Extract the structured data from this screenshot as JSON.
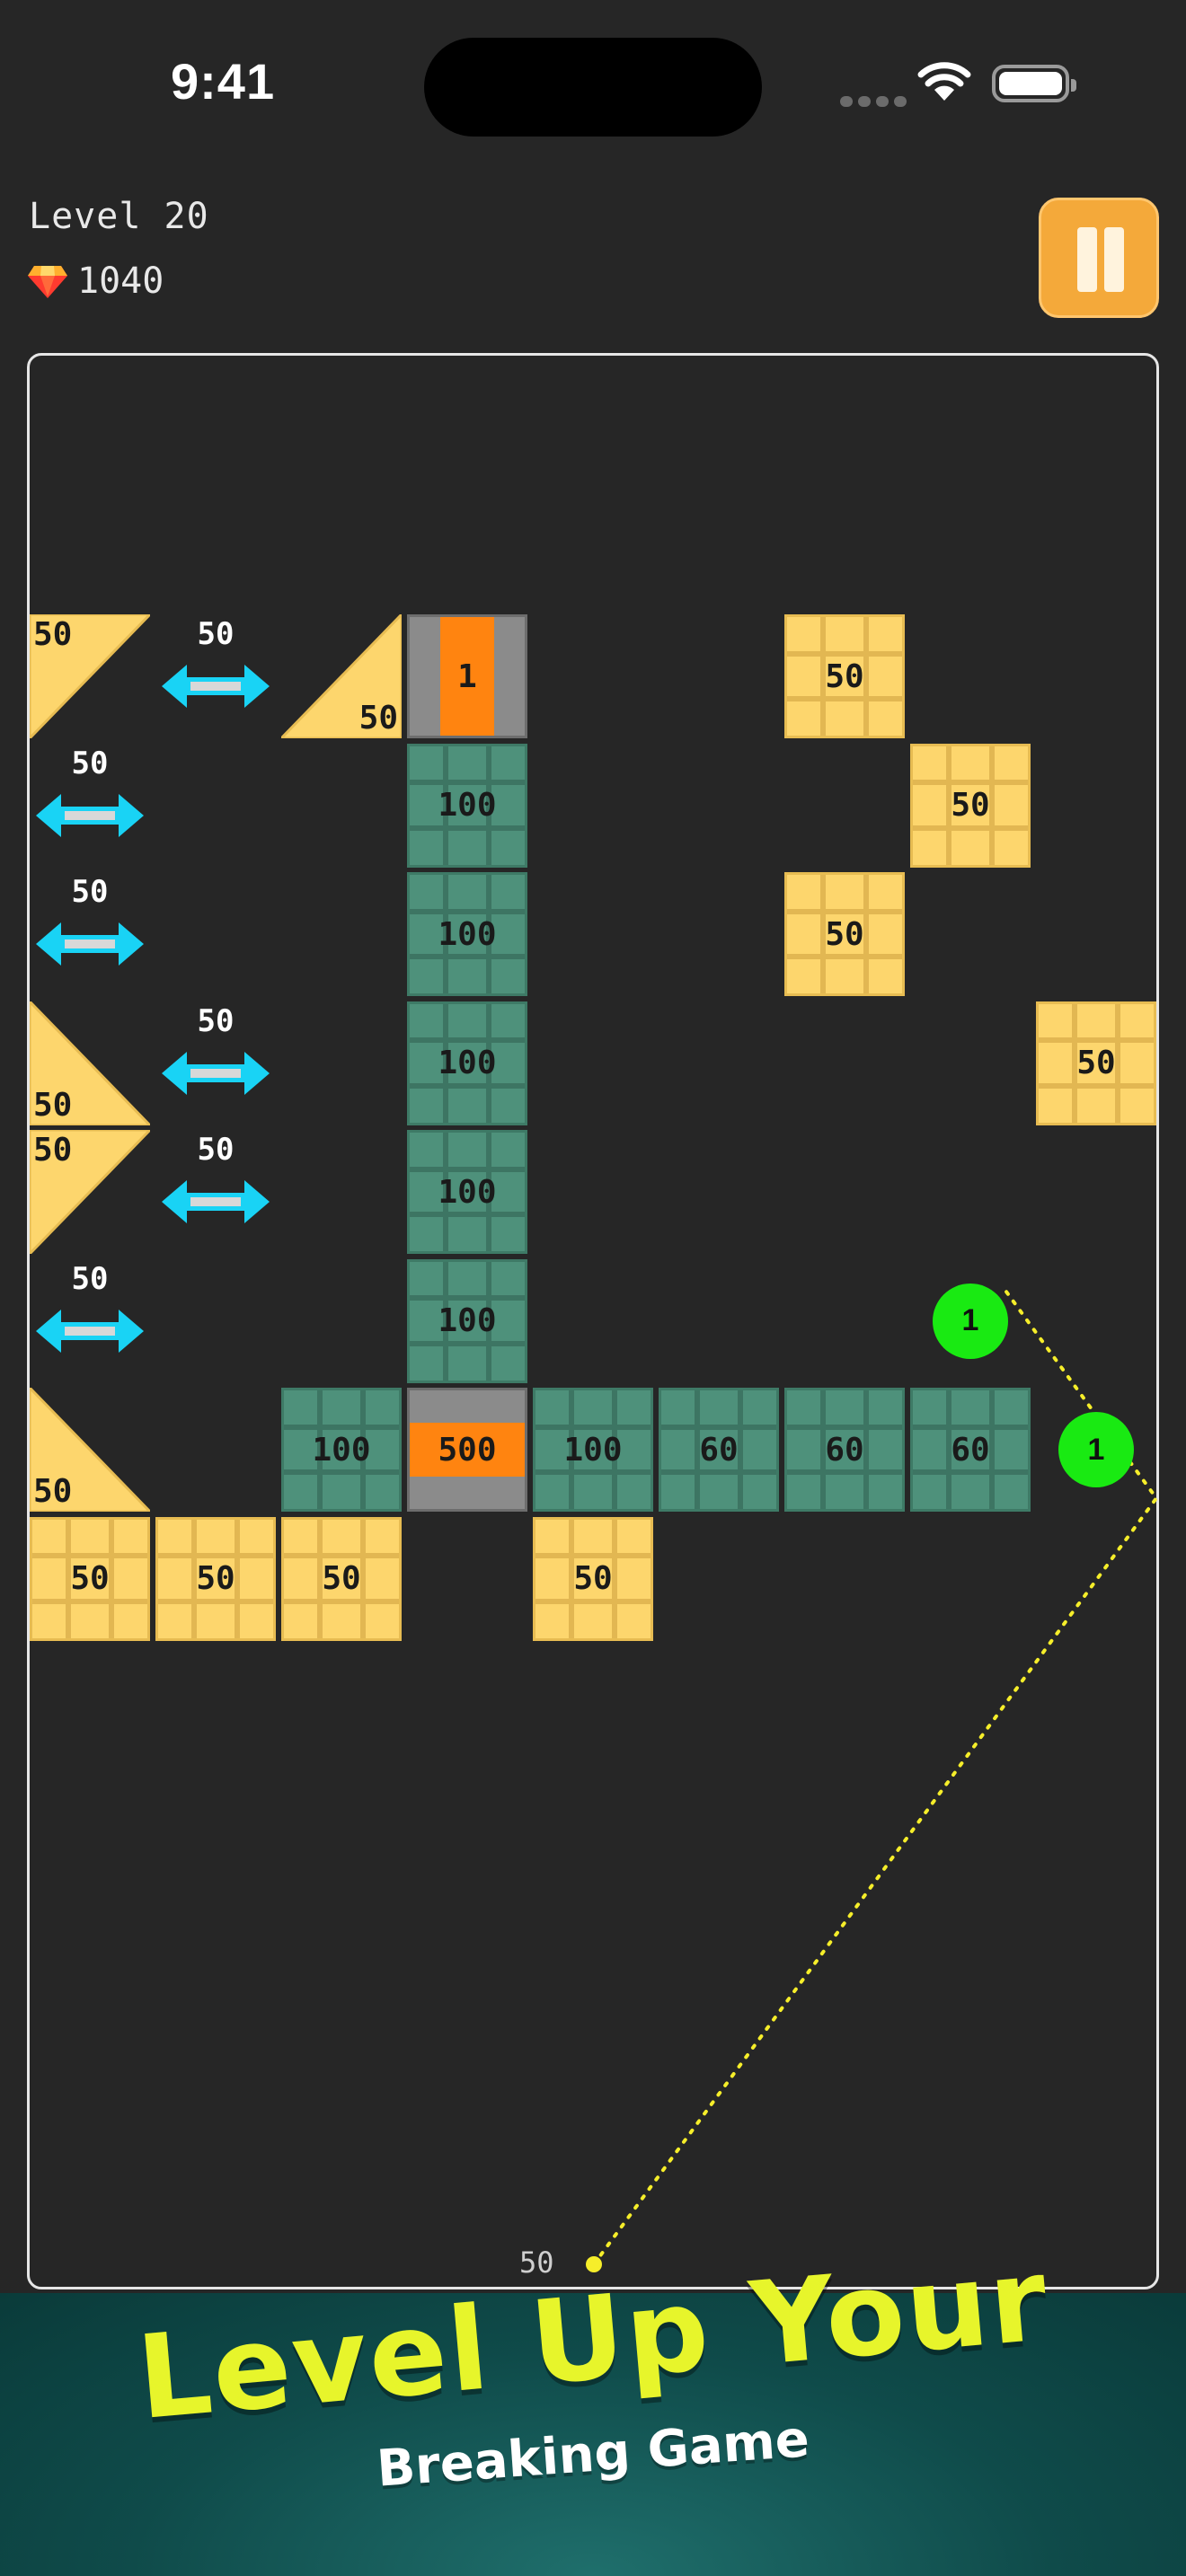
{
  "status_bar": {
    "time": "9:41"
  },
  "header": {
    "level_label": "Level 20",
    "gems": "1040",
    "pause_icon": "pause-icon",
    "gem_icon": "diamond-icon"
  },
  "colors": {
    "accent": "#f4a93a",
    "ball": "#19ea12",
    "aim": "#f6ee2a",
    "yellow_brick": "#fdd66d",
    "green_brick": "#4e917b",
    "steel_brick": "#8b8b8b",
    "power_up": "#19d3f5"
  },
  "board": {
    "bricks": [
      {
        "type": "tri",
        "orient": "tl",
        "col": 0,
        "row": 0,
        "value": "50"
      },
      {
        "type": "widen",
        "col": 1,
        "row": 0,
        "value": "50"
      },
      {
        "type": "tri",
        "orient": "br",
        "col": 2,
        "row": 0,
        "value": "50"
      },
      {
        "type": "steel",
        "col": 3,
        "row": 0,
        "value": "1"
      },
      {
        "type": "yellow",
        "col": 6,
        "row": 0,
        "value": "50"
      },
      {
        "type": "widen",
        "col": 0,
        "row": 1,
        "value": "50"
      },
      {
        "type": "green",
        "col": 3,
        "row": 1,
        "value": "100"
      },
      {
        "type": "yellow",
        "col": 7,
        "row": 1,
        "value": "50"
      },
      {
        "type": "widen",
        "col": 0,
        "row": 2,
        "value": "50"
      },
      {
        "type": "green",
        "col": 3,
        "row": 2,
        "value": "100"
      },
      {
        "type": "yellow",
        "col": 6,
        "row": 2,
        "value": "50"
      },
      {
        "type": "tri",
        "orient": "bl",
        "col": 0,
        "row": 3,
        "value": "50"
      },
      {
        "type": "widen",
        "col": 1,
        "row": 3,
        "value": "50"
      },
      {
        "type": "green",
        "col": 3,
        "row": 3,
        "value": "100"
      },
      {
        "type": "yellow",
        "col": 8,
        "row": 3,
        "value": "50"
      },
      {
        "type": "tri",
        "orient": "tl",
        "col": 0,
        "row": 4,
        "value": "50"
      },
      {
        "type": "widen",
        "col": 1,
        "row": 4,
        "value": "50"
      },
      {
        "type": "green",
        "col": 3,
        "row": 4,
        "value": "100"
      },
      {
        "type": "widen",
        "col": 0,
        "row": 5,
        "value": "50"
      },
      {
        "type": "green",
        "col": 3,
        "row": 5,
        "value": "100"
      },
      {
        "type": "tri",
        "orient": "bl",
        "col": 0,
        "row": 6,
        "value": "50"
      },
      {
        "type": "green",
        "col": 2,
        "row": 6,
        "value": "100"
      },
      {
        "type": "steel-wide",
        "col": 3,
        "row": 6,
        "value": "500"
      },
      {
        "type": "green",
        "col": 4,
        "row": 6,
        "value": "100"
      },
      {
        "type": "green",
        "col": 5,
        "row": 6,
        "value": "60"
      },
      {
        "type": "green",
        "col": 6,
        "row": 6,
        "value": "60"
      },
      {
        "type": "green",
        "col": 7,
        "row": 6,
        "value": "60"
      },
      {
        "type": "yellow",
        "col": 0,
        "row": 7,
        "value": "50"
      },
      {
        "type": "yellow",
        "col": 1,
        "row": 7,
        "value": "50"
      },
      {
        "type": "yellow",
        "col": 2,
        "row": 7,
        "value": "50"
      },
      {
        "type": "yellow",
        "col": 4,
        "row": 7,
        "value": "50"
      }
    ],
    "balls": [
      {
        "col": 7,
        "row": 5,
        "value": "1"
      },
      {
        "col": 8,
        "row": 6,
        "value": "1"
      }
    ],
    "ball_count": "50"
  },
  "promo": {
    "headline": "Level Up Your",
    "subline": "Breaking Game"
  }
}
